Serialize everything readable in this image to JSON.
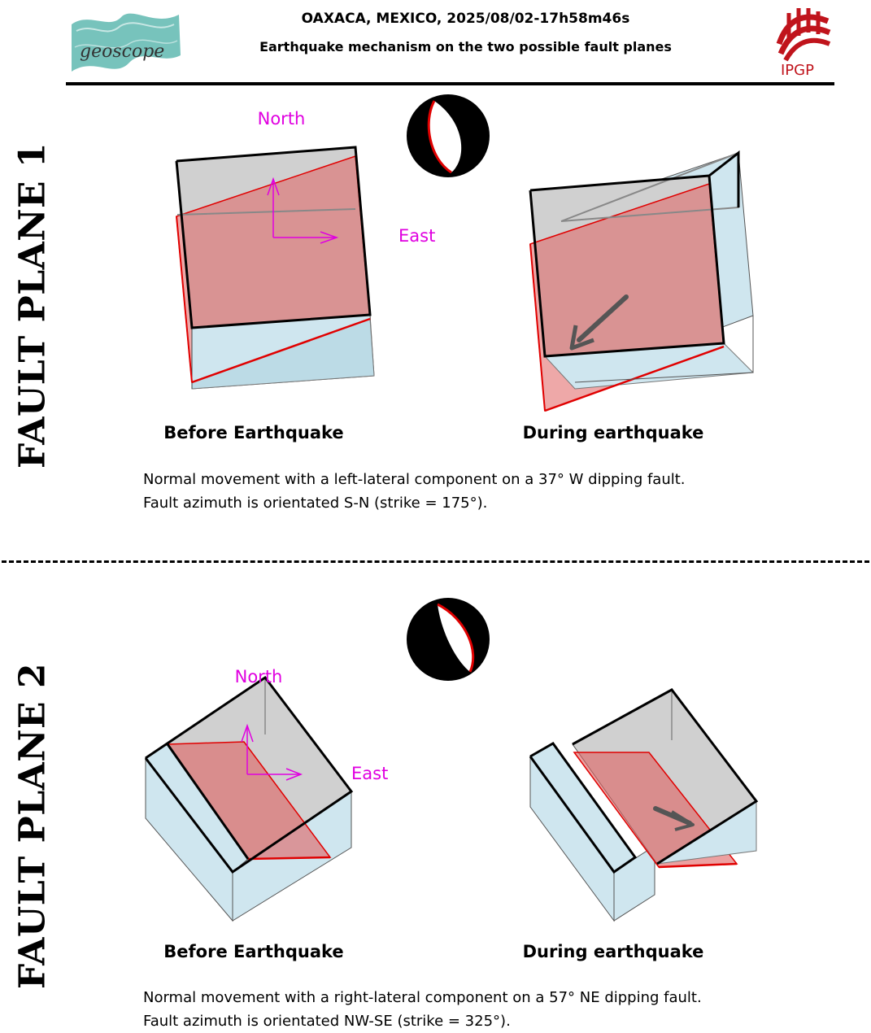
{
  "header": {
    "title": "OAXACA, MEXICO, 2025/08/02-17h58m46s",
    "subtitle": "Earthquake mechanism on the two possible fault planes",
    "left_logo": "geoscope",
    "right_logo": "IPGP"
  },
  "colors": {
    "accent": "#e000e0",
    "fault": "#e06060",
    "block": "#cfe6ef",
    "top": "#d0d0d0",
    "logo_teal": "#5fb8b0",
    "logo_red": "#c0141c"
  },
  "panels": [
    {
      "side_label": "FAULT PLANE 1",
      "north_label": "North",
      "east_label": "East",
      "caption_before": "Before Earthquake",
      "caption_during": "During earthquake",
      "desc_line1": "Normal movement with a left-lateral component on a 37° W dipping fault.",
      "desc_line2": "Fault azimuth is orientated S-N (strike = 175°)."
    },
    {
      "side_label": "FAULT PLANE 2",
      "north_label": "North",
      "east_label": "East",
      "caption_before": "Before Earthquake",
      "caption_during": "During earthquake",
      "desc_line1": "Normal movement with a right-lateral component on a 57° NE dipping fault.",
      "desc_line2": "Fault azimuth is orientated NW-SE (strike = 325°)."
    }
  ]
}
